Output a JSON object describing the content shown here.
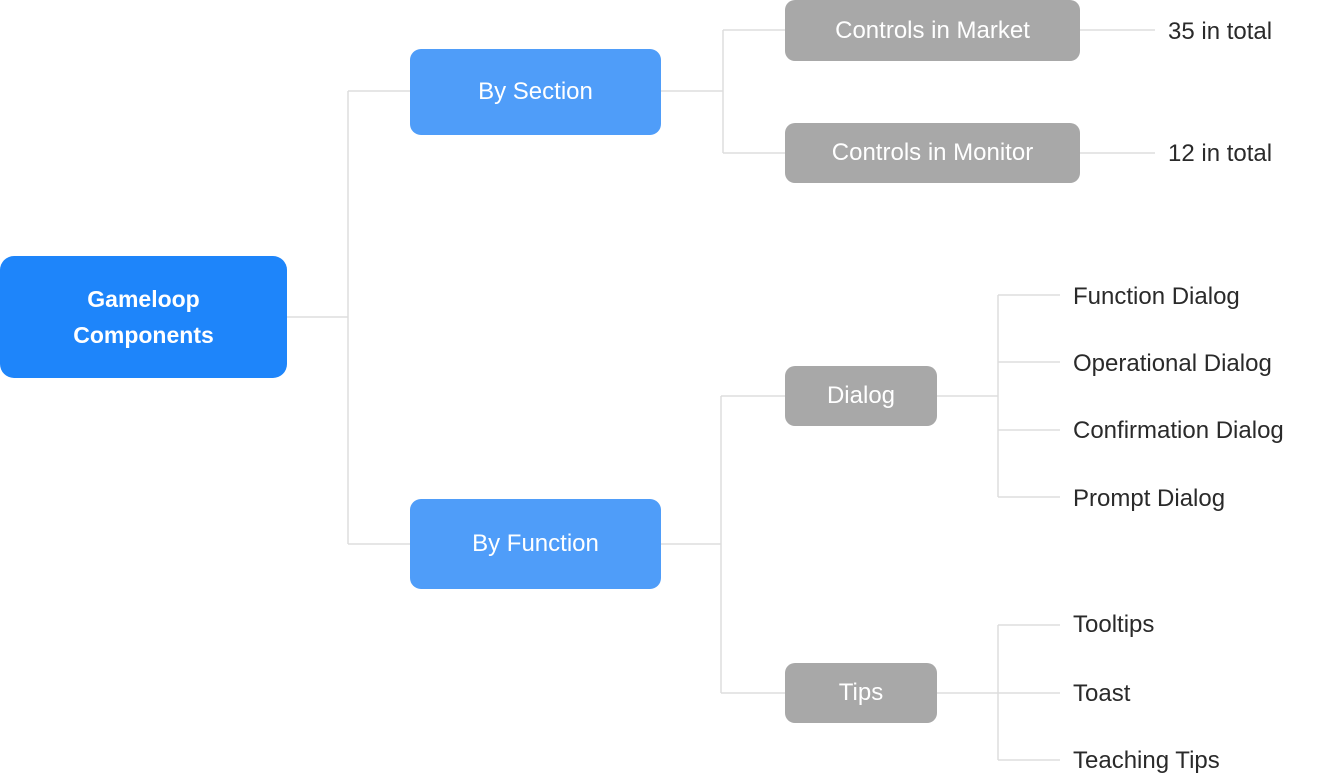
{
  "colors": {
    "root": "#1E85FA",
    "level1": "#4F9DF9",
    "level2": "#A8A8A8",
    "connector": "#DDDDDD",
    "leaf_text": "#2A2A2A"
  },
  "diagram": {
    "root": {
      "label": "Gameloop Components"
    },
    "by_section": {
      "label": "By Section",
      "controls_market": {
        "label": "Controls in Market",
        "count": "35 in total"
      },
      "controls_monitor": {
        "label": "Controls in Monitor",
        "count": "12 in total"
      }
    },
    "by_function": {
      "label": "By Function",
      "dialog": {
        "label": "Dialog",
        "children": [
          "Function Dialog",
          "Operational Dialog",
          "Confirmation Dialog",
          "Prompt Dialog"
        ]
      },
      "tips": {
        "label": "Tips",
        "children": [
          "Tooltips",
          "Toast",
          "Teaching Tips"
        ]
      }
    }
  }
}
